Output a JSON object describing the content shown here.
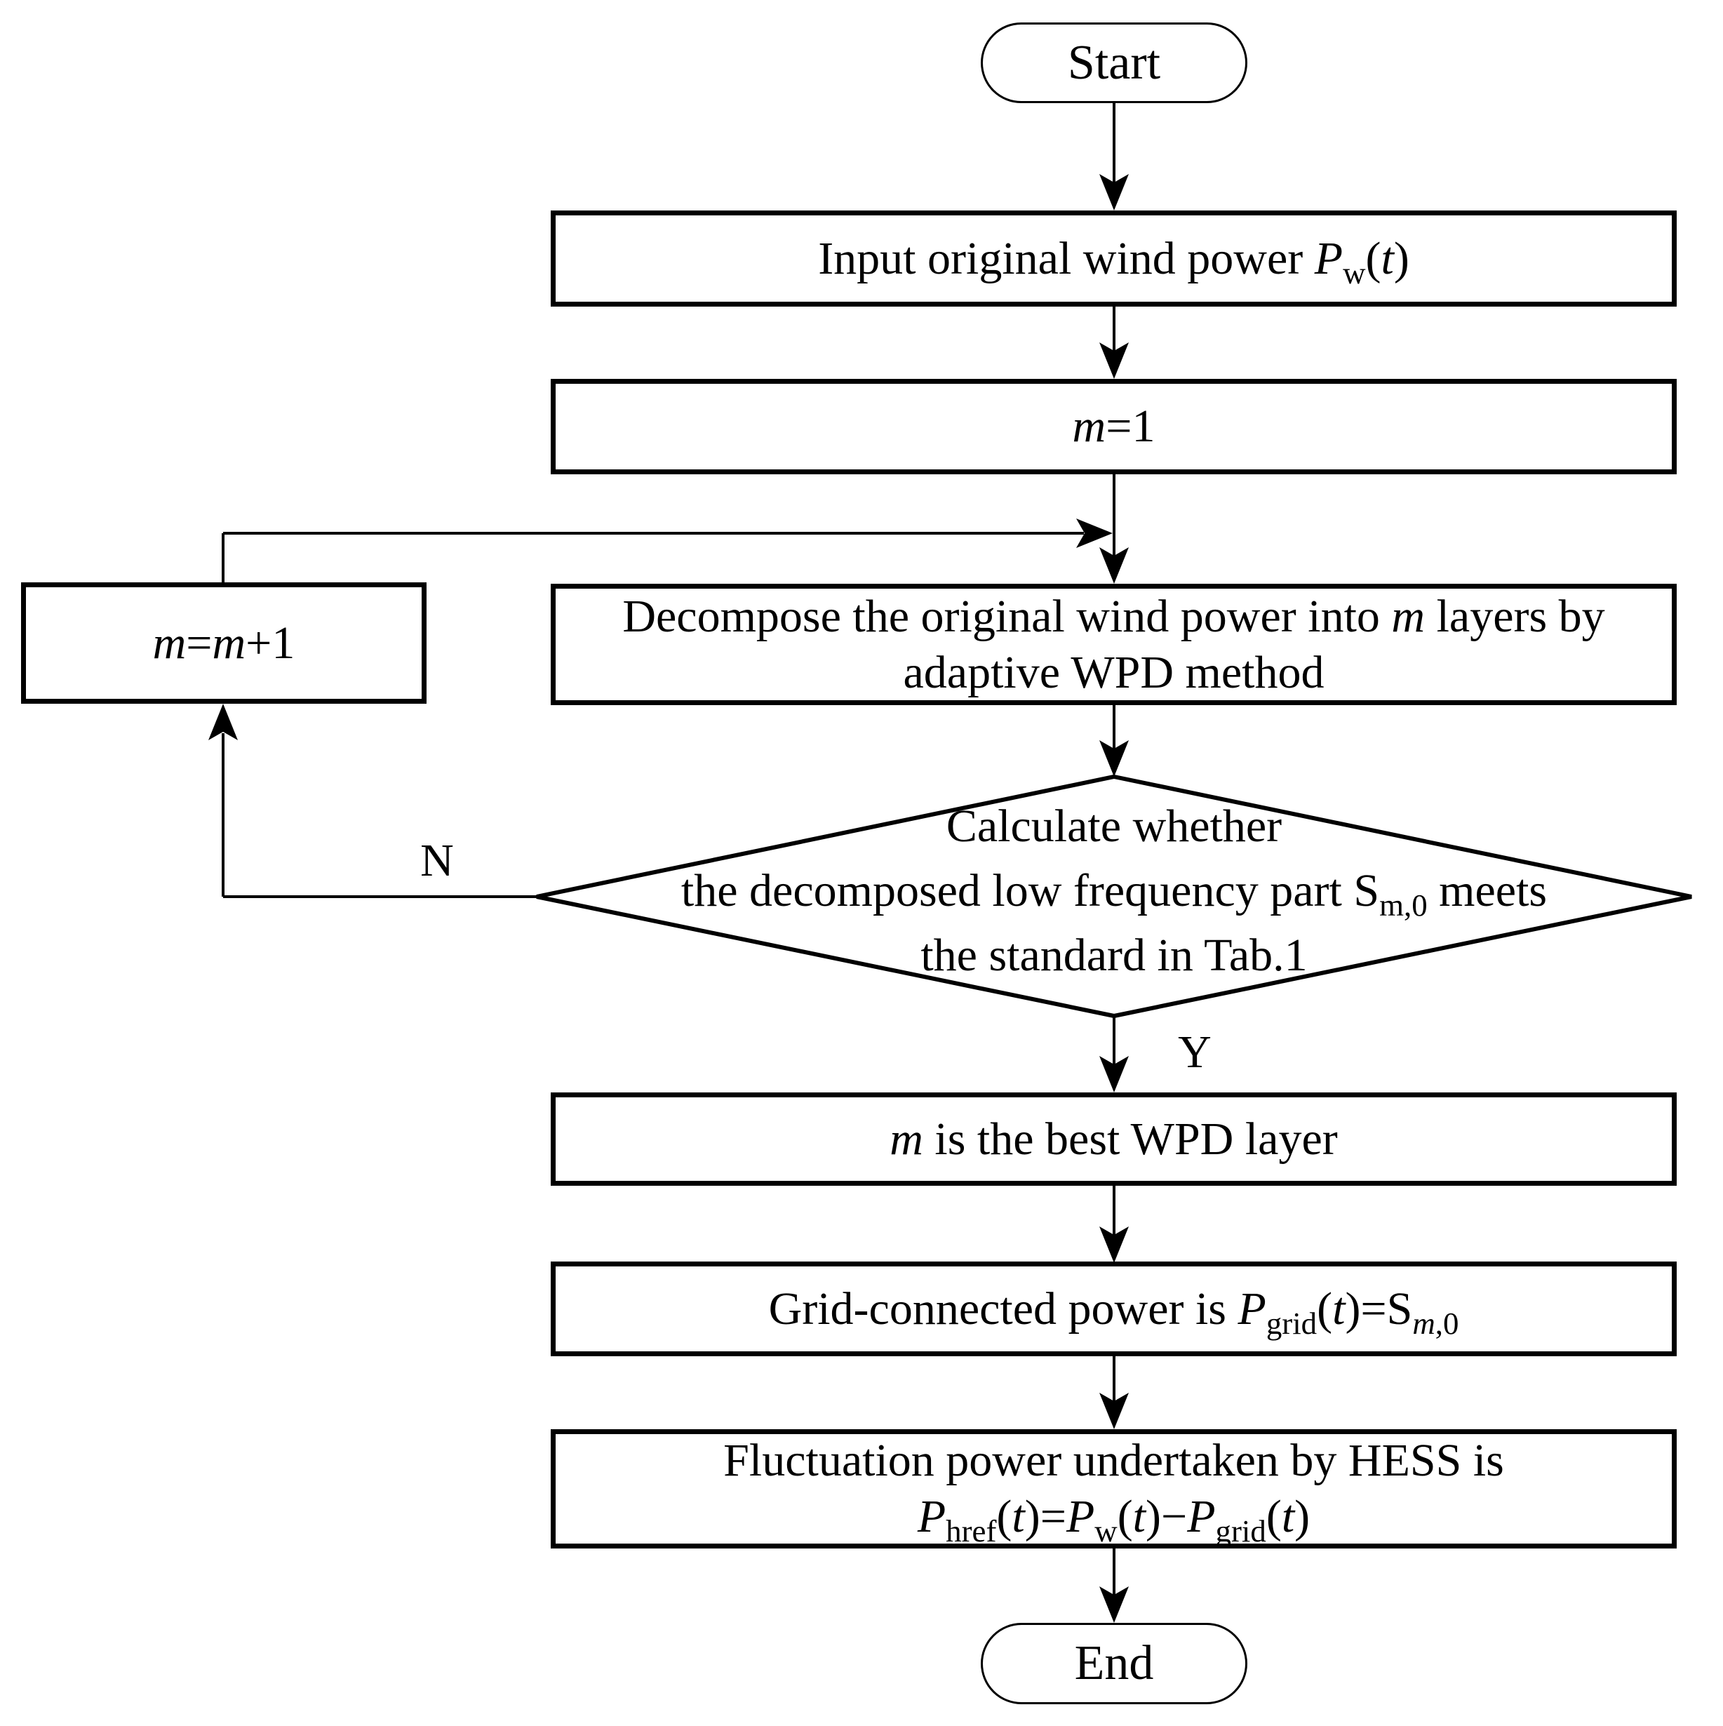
{
  "colors": {
    "ink": "#000000",
    "background": "#ffffff"
  },
  "labels": {
    "no": "N",
    "yes": "Y"
  },
  "nodes": {
    "start": "Start",
    "input": [
      {
        "t": "Input original wind power ",
        "s": "n"
      },
      {
        "t": "P",
        "s": "i"
      },
      {
        "t": "w",
        "s": "sub"
      },
      {
        "t": "(",
        "s": "n"
      },
      {
        "t": "t",
        "s": "i"
      },
      {
        "t": ")",
        "s": "n"
      }
    ],
    "init_m": [
      {
        "t": "m",
        "s": "i"
      },
      {
        "t": "=1",
        "s": "n"
      }
    ],
    "decompose_line1": [
      {
        "t": "Decompose the original wind power  into ",
        "s": "n"
      },
      {
        "t": "m",
        "s": "i"
      },
      {
        "t": " layers by",
        "s": "n"
      }
    ],
    "decompose_line2": [
      {
        "t": "adaptive WPD method",
        "s": "n"
      }
    ],
    "increment_m": [
      {
        "t": "m",
        "s": "i"
      },
      {
        "t": "=",
        "s": "n"
      },
      {
        "t": "m",
        "s": "i"
      },
      {
        "t": "+1",
        "s": "n"
      }
    ],
    "decision_line1": "Calculate whether",
    "decision_line2": [
      {
        "t": "the decomposed low frequency part S",
        "s": "n"
      },
      {
        "t": "m,0",
        "s": "sub"
      },
      {
        "t": " meets",
        "s": "n"
      }
    ],
    "decision_line3": "the standard in Tab.1",
    "best_layer": [
      {
        "t": "m",
        "s": "i"
      },
      {
        "t": " is the best WPD layer",
        "s": "n"
      }
    ],
    "grid_power": [
      {
        "t": "Grid-connected power is ",
        "s": "n"
      },
      {
        "t": "P",
        "s": "i"
      },
      {
        "t": "grid",
        "s": "sub"
      },
      {
        "t": "(",
        "s": "n"
      },
      {
        "t": "t",
        "s": "i"
      },
      {
        "t": ")=S",
        "s": "n"
      },
      {
        "t": "m",
        "s": "isub"
      },
      {
        "t": ",0",
        "s": "sub"
      }
    ],
    "hess_line1": "Fluctuation power undertaken by HESS is",
    "hess_line2": [
      {
        "t": "P",
        "s": "i"
      },
      {
        "t": "href",
        "s": "sub"
      },
      {
        "t": "(",
        "s": "n"
      },
      {
        "t": "t",
        "s": "i"
      },
      {
        "t": ")=",
        "s": "n"
      },
      {
        "t": "P",
        "s": "i"
      },
      {
        "t": "w",
        "s": "sub"
      },
      {
        "t": "(",
        "s": "n"
      },
      {
        "t": "t",
        "s": "i"
      },
      {
        "t": ")−",
        "s": "n"
      },
      {
        "t": "P",
        "s": "i"
      },
      {
        "t": "grid",
        "s": "sub"
      },
      {
        "t": "(",
        "s": "n"
      },
      {
        "t": "t",
        "s": "i"
      },
      {
        "t": ")",
        "s": "n"
      }
    ],
    "end": "End"
  }
}
